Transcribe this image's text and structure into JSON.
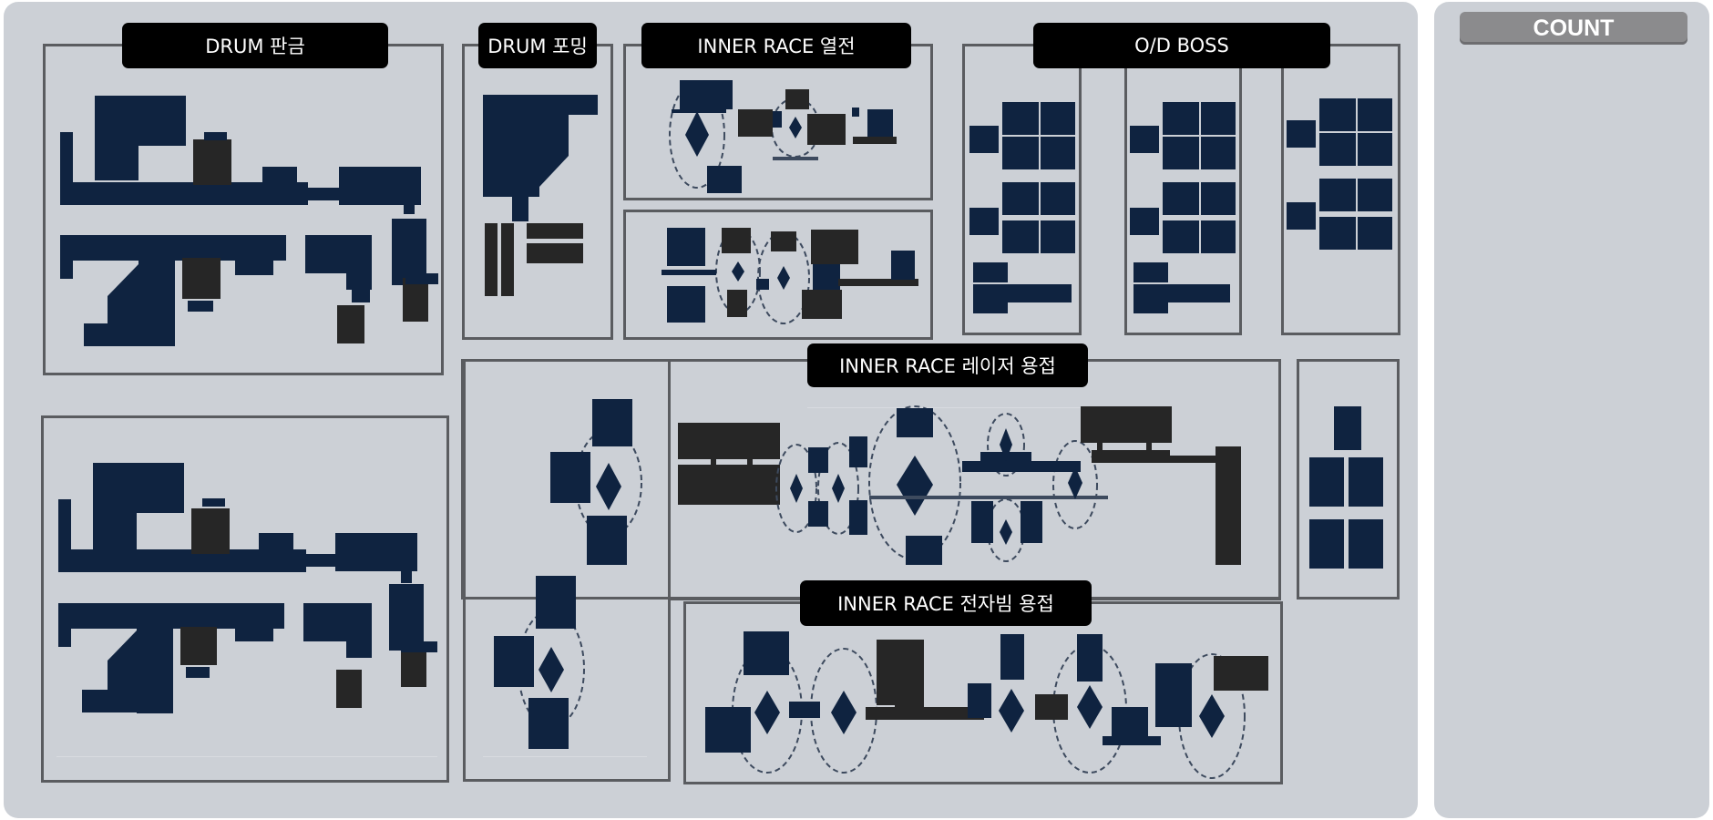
{
  "colors": {
    "panel_bg": "#ccd0d6",
    "zone_border": "#5a5c60",
    "machine_navy": "#0f2340",
    "machine_dark": "#262626",
    "title_bg": "#000000",
    "title_text": "#ffffff",
    "count_header_bg": "#8b8b8d"
  },
  "zones": {
    "drum_stamping": "DRUM 판금",
    "drum_forming": "DRUM 포밍",
    "inner_race_heat": "INNER RACE 열전",
    "od_boss": "O/D BOSS",
    "inner_race_laser": "INNER RACE 레이저 용접",
    "inner_race_ebeam": "INNER RACE 전자빔 용접"
  },
  "count_panel": {
    "header": "COUNT"
  }
}
